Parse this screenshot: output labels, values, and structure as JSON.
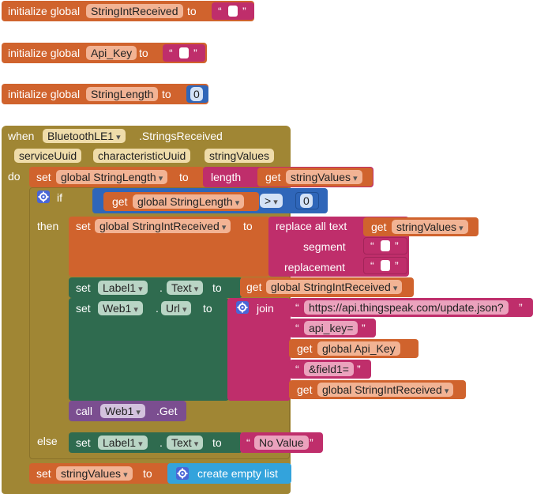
{
  "globals": [
    {
      "keyword": "initialize global",
      "name": "StringIntReceived",
      "to": "to",
      "value_type": "text",
      "value": ""
    },
    {
      "keyword": "initialize global",
      "name": "Api_Key",
      "to": "to",
      "value_type": "text",
      "value": ""
    },
    {
      "keyword": "initialize global",
      "name": "StringLength",
      "to": "to",
      "value_type": "number",
      "value": "0"
    }
  ],
  "quote_open": "“",
  "quote_close": "”",
  "event": {
    "when": "when",
    "component": "BluetoothLE1",
    "event_name": ".StringsReceived",
    "params": [
      "serviceUuid",
      "characteristicUuid",
      "stringValues"
    ],
    "do": "do"
  },
  "stmt1": {
    "set": "set",
    "var": "global StringLength",
    "to": "to",
    "fn": "length",
    "get": "get",
    "arg": "stringValues"
  },
  "ifblock": {
    "if": "if",
    "get": "get",
    "var": "global StringLength",
    "op": ">",
    "rhs": "0",
    "then": "then",
    "else": "else"
  },
  "stmt2": {
    "set": "set",
    "var": "global StringIntReceived",
    "to": "to",
    "fn": "replace all text",
    "get": "get",
    "arg": "stringValues",
    "segment": "segment",
    "replacement": "replacement"
  },
  "stmt3": {
    "set": "set",
    "component": "Label1",
    "dot": ".",
    "prop": "Text",
    "to": "to",
    "get": "get",
    "var": "global StringIntReceived"
  },
  "stmt4": {
    "set": "set",
    "component": "Web1",
    "dot": ".",
    "prop": "Url",
    "to": "to",
    "join": "join",
    "parts": [
      {
        "kind": "text",
        "value": "https://api.thingspeak.com/update.json?"
      },
      {
        "kind": "text",
        "value": "api_key="
      },
      {
        "kind": "get",
        "get": "get",
        "value": "global Api_Key"
      },
      {
        "kind": "text",
        "value": "&field1="
      },
      {
        "kind": "get",
        "get": "get",
        "value": "global StringIntReceived"
      }
    ]
  },
  "stmt5": {
    "call": "call",
    "component": "Web1",
    "method": ".Get"
  },
  "stmt6": {
    "set": "set",
    "component": "Label1",
    "dot": ".",
    "prop": "Text",
    "to": "to",
    "text": "No Value"
  },
  "stmt7": {
    "set": "set",
    "var": "stringValues",
    "to": "to",
    "fn": "create empty list"
  },
  "colors": {
    "variables": "#d0632d",
    "control": "#a08634",
    "logic_math": "#2f66b9",
    "text": "#bf2e6b",
    "components": "#2f6b4f",
    "lists": "#33a3dc",
    "call": "#7b4e90"
  }
}
